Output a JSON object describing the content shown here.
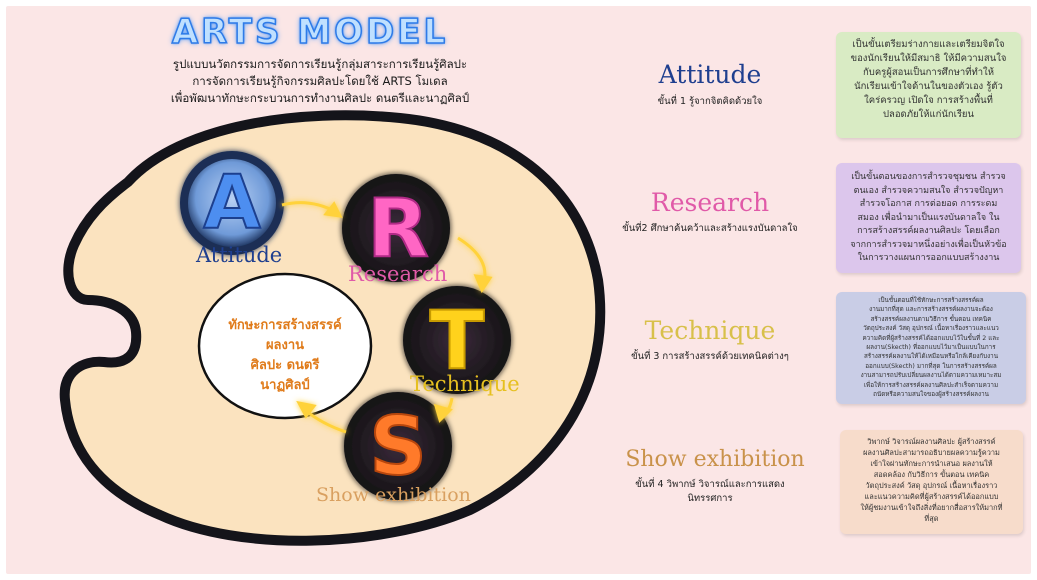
{
  "title": "ARTS MODEL",
  "subtitle": [
    "รูปแบบนวัตกรรมการจัดการเรียนรู้กลุ่มสาระการเรียนรู้ศิลปะ",
    "การจัดการเรียนรู้กิจกรรมศิลปะโดยใช้  ARTS โมเดล",
    "เพื่อพัฒนาทักษะกระบวนการทำงานศิลปะ  ดนตรีและนาฏศิลป์"
  ],
  "center_skill": [
    "ทักษะการสร้างสรรค์",
    "ผลงาน",
    "ศิลปะ  ดนตรี",
    "นาฏศิลป์"
  ],
  "letters": [
    {
      "letter": "A",
      "label": "Attitude",
      "color": "#4d8ef0",
      "label_color": "#1f3f8f"
    },
    {
      "letter": "R",
      "label": "Research",
      "color": "#ff66c4",
      "label_color": "#e05aa8"
    },
    {
      "letter": "T",
      "label": "Technique",
      "color": "#ffd21a",
      "label_color": "#e6c020"
    },
    {
      "letter": "S",
      "label": "Show exhibition",
      "color": "#ff7a2a",
      "label_color": "#d9a060"
    }
  ],
  "stages": [
    {
      "heading": "Attitude",
      "heading_color": "#1f3f8f",
      "subtitle": "ขั้นที่ 1 รู้จากจิตคิดด้วยใจ",
      "note_color": "#d9ebc4",
      "note": [
        "เป็นขั้นเตรียมร่างกายและเตรียมจิตใจ",
        "ของนักเรียนให้มีสมาธิ ให้มีความสนใจ",
        "กับครูผู้สอนเป็นการศึกษาที่ทำให้",
        "นักเรียนเข้าใจด้านในของตัวเอง รู้ตัว",
        "ใคร่ครวญ เปิดใจ การสร้างพื้นที่",
        "ปลอดภัยให้แก่นักเรียน"
      ]
    },
    {
      "heading": "Research",
      "heading_color": "#e05aa8",
      "subtitle": "ขั้นที่2 ศึกษาค้นคว้าและสร้างแรงบันดาลใจ",
      "note_color": "#dcc6ec",
      "note": [
        "เป็นขั้นตอนของการสำรวจชุมชน  สำรวจ",
        "ตนเอง  สำรวจความสนใจ  สำรวจปัญหา",
        "สำรวจโอกาส  การต่อยอด  การระดม",
        "สมอง  เพื่อนำมาเป็นแรงบันดาลใจ  ใน",
        "การสร้างสรรค์ผลงานศิลปะ  โดยเลือก",
        "จากการสำรวจมาหนึ่งอย่างเพื่อเป็นหัวข้อ",
        "ในการวางแผนการออกแบบสร้างงาน"
      ]
    },
    {
      "heading": "Technique",
      "heading_color": "#d8c04a",
      "subtitle": "ขั้นที่ 3 การสร้างสรรค์ด้วยเทคนิคต่างๆ",
      "note_color": "#c9cde6",
      "note": [
        "เป็นขั้นตอนที่ใช้ทักษะการสร้างสรรค์ผล",
        "งานมากที่สุด  และการสร้างสรรค์ผลงานจะต้อง",
        "สร้างสรรค์ผลงานตามวิธีการ ขั้นตอน  เทคนิค",
        "วัตถุประสงค์ วัสดุ อุปกรณ์ เนื้อหาเรื่องราวและแนว",
        "ความคิดที่ผู้สร้างสรรค์ได้ออกแบบไว้ในขั้นที่ 2  และ",
        "ผลงาน(Skecth) ที่ออกแบบไว้มาเป็นแบบในการ",
        "สร้างสรรค์ผลงานให้ได้เหมือนหรือใกล้เคียงกับงาน",
        "ออกแบบ(Skecth) มากที่สุด ในการสร้างสรรค์ผล",
        "งานสามารถปรับเปลี่ยนผลงานได้ตามความเหมาะสม",
        "เพื่อให้การสร้างสรรค์ผลงานศิลปะสำเร็จตามความ",
        "ถนัดหรือความสนใจของผู้สร้างสรรค์ผลงาน"
      ]
    },
    {
      "heading": "Show exhibition",
      "heading_color": "#c9924a",
      "subtitle": "ขั้นที่ 4 วิพากษ์ วิจารณ์และการแสดง\nนิทรรศการ",
      "note_color": "#f7dccb",
      "note": [
        "วิพากษ์ วิจารณ์ผลงานศิลปะ ผู้สร้างสรรค์",
        "ผลงานศิลปะสามารถอธิบายผลความรู้ความ",
        "เข้าใจผ่านทักษะการนำเสนอ ผลงานให้",
        "สอดคล้อง กับวิธีการ ขั้นตอน  เทคนิค",
        "วัตถุประสงค์ วัสดุ อุปกรณ์ เนื้อหาเรื่องราว",
        "และแนวความคิดที่ผู้สร้างสรรค์ได้ออกแบบ",
        "ให้ผู้ชมงานเข้าใจถึงสิ่งที่อยากสื่อสารให้มากที่",
        "ที่สุด"
      ]
    }
  ]
}
